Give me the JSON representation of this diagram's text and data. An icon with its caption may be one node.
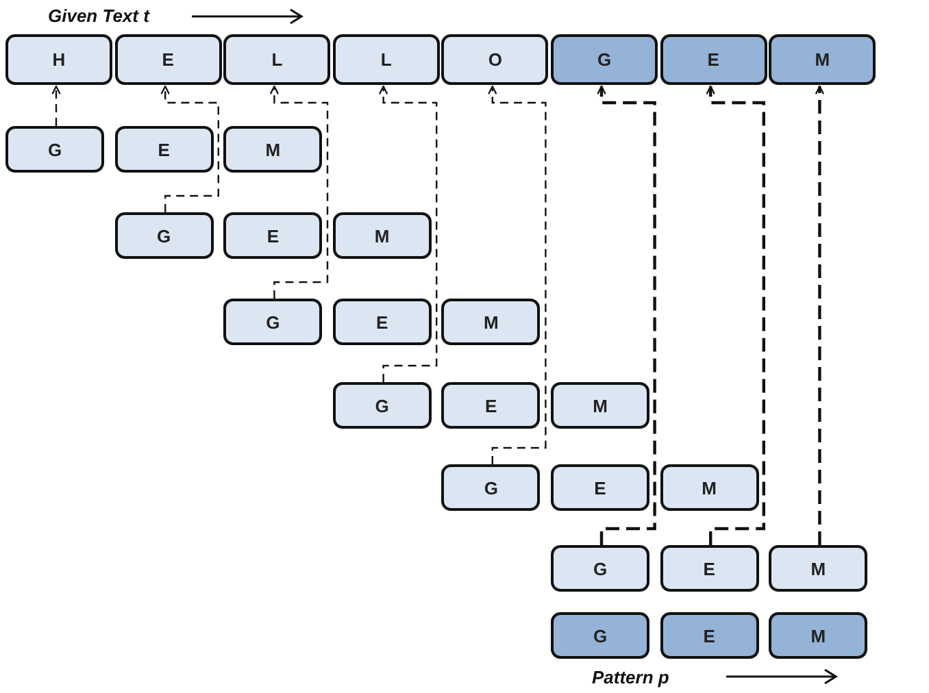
{
  "diagram": {
    "nodes": [
      {
        "text": [
          "H"
        ]
      },
      {
        "text": [
          "E"
        ]
      },
      {
        "text": [
          "L"
        ]
      },
      {
        "text": [
          "L"
        ]
      },
      {
        "text": [
          "O"
        ]
      },
      {
        "text": [
          "G"
        ]
      },
      {
        "text": [
          "E"
        ]
      },
      {
        "text": [
          "M"
        ]
      },
      {
        "text": [
          "G"
        ]
      },
      {
        "text": [
          "E"
        ]
      },
      {
        "text": [
          "M"
        ]
      },
      {
        "text": [
          "G"
        ]
      },
      {
        "text": [
          "E"
        ]
      },
      {
        "text": [
          "M"
        ]
      },
      {
        "text": [
          "G"
        ]
      },
      {
        "text": [
          "E"
        ]
      },
      {
        "text": [
          "M"
        ]
      },
      {
        "text": [
          "G"
        ]
      },
      {
        "text": [
          "E"
        ]
      },
      {
        "text": [
          "M"
        ]
      },
      {
        "text": [
          "G"
        ]
      },
      {
        "text": [
          "E"
        ]
      },
      {
        "text": [
          "M"
        ]
      },
      {
        "text": [
          "G"
        ]
      },
      {
        "text": [
          "E"
        ]
      },
      {
        "text": [
          "M"
        ]
      },
      {
        "text": [
          "G"
        ]
      },
      {
        "text": [
          "E"
        ]
      },
      {
        "text": [
          "M"
        ]
      }
    ],
    "edges": [
      {
        "from": 8,
        "to": 0,
        "arrow": "to",
        "style": "dashed"
      },
      {
        "from": 11,
        "to": 1,
        "arrow": "to",
        "style": "dashed"
      },
      {
        "from": 14,
        "to": 2,
        "arrow": "to",
        "style": "dashed"
      },
      {
        "from": 17,
        "to": 3,
        "arrow": "to",
        "style": "dashed"
      },
      {
        "from": 20,
        "to": 4,
        "arrow": "to",
        "style": "dashed"
      },
      {
        "from": 23,
        "to": 5,
        "arrow": "to",
        "style": "dashed"
      },
      {
        "from": 24,
        "to": 6,
        "arrow": "to",
        "style": "dashed"
      },
      {
        "from": 25,
        "to": 7,
        "arrow": "to",
        "style": "dashed"
      }
    ],
    "labels": [
      "Given Text t",
      "Pattern p"
    ]
  }
}
